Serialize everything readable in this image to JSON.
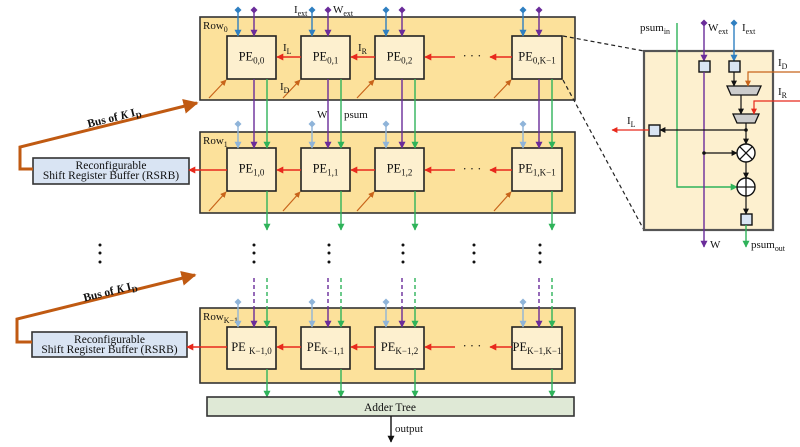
{
  "rows": [
    {
      "label": {
        "main": "Row",
        "sub": "0"
      },
      "pes": [
        {
          "main": "PE",
          "sub": "0,0"
        },
        {
          "main": "PE",
          "sub": "0,1"
        },
        {
          "main": "PE",
          "sub": "0,2"
        },
        {
          "main": "PE",
          "sub": "0,K−1"
        }
      ]
    },
    {
      "label": {
        "main": "Row",
        "sub": "1"
      },
      "pes": [
        {
          "main": "PE",
          "sub": "1,0"
        },
        {
          "main": "PE",
          "sub": "1,1"
        },
        {
          "main": "PE",
          "sub": "1,2"
        },
        {
          "main": "PE",
          "sub": "1,K−1"
        }
      ]
    },
    {
      "label": {
        "main": "Row",
        "sub": "K−1"
      },
      "pes": [
        {
          "main": "PE ",
          "sub": "K−1,0"
        },
        {
          "main": "PE",
          "sub": "K−1,1"
        },
        {
          "main": "PE",
          "sub": "K−1,2"
        },
        {
          "main": "PE",
          "sub": "K−1,K−1"
        }
      ]
    }
  ],
  "ellipsis": "· · ·",
  "row0_signals": {
    "i_ext": {
      "main": "I",
      "sub": "ext"
    },
    "w_ext": {
      "main": "W",
      "sub": "ext"
    },
    "i_l": {
      "main": "I",
      "sub": "L"
    },
    "i_r": {
      "main": "I",
      "sub": "R"
    },
    "i_d": {
      "main": "I",
      "sub": "D"
    },
    "w": "W",
    "psum": "psum"
  },
  "rsrb_blocks": [
    {
      "line1": "Reconfigurable",
      "line2": "Shift Register Buffer (RSRB)"
    },
    {
      "line1": "Reconfigurable",
      "line2": "Shift Register Buffer (RSRB)"
    }
  ],
  "bus_label": {
    "prefix": "Bus of ",
    "k": "K",
    "signal": " I",
    "sub": "D"
  },
  "adder_tree": "Adder Tree",
  "output": "output",
  "pe_detail": {
    "psum_in": {
      "main": "psum",
      "sub": "in"
    },
    "w_ext": {
      "main": "W",
      "sub": "ext"
    },
    "i_ext": {
      "main": "I",
      "sub": "ext"
    },
    "i_d": {
      "main": "I",
      "sub": "D"
    },
    "i_r": {
      "main": "I",
      "sub": "R"
    },
    "i_l": {
      "main": "I",
      "sub": "L"
    },
    "w_out": "W",
    "psum_out": {
      "main": "psum",
      "sub": "out"
    }
  },
  "colors": {
    "row_fill": "#fce19b",
    "pe_fill": "#fdf0cf",
    "rsrb_fill": "#d9e4f3",
    "adder_fill": "#dfe9d6",
    "i_ext": "#2f7fc1",
    "i_ext_light": "#8fb4d9",
    "weight": "#6a2c9a",
    "psum": "#2fb35a",
    "shift": "#e8291c",
    "i_d": "#c8641a",
    "bus": "#c05a12",
    "mux_fill": "#cccccc",
    "reg_fill": "#d9e4f3",
    "stroke": "#222222"
  }
}
